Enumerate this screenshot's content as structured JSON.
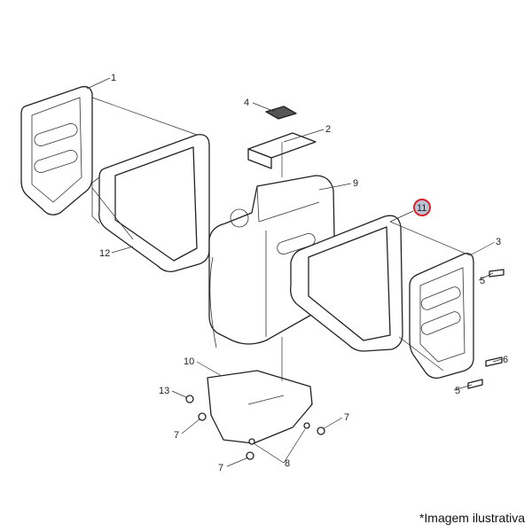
{
  "labels": {
    "l1": "1",
    "l2": "2",
    "l3": "3",
    "l4": "4",
    "l5a": "5",
    "l5b": "5",
    "l6": "6",
    "l7a": "7",
    "l7b": "7",
    "l7c": "7",
    "l8": "8",
    "l9": "9",
    "l10": "10",
    "l11": "11",
    "l12": "12",
    "l13": "13"
  },
  "highlight": {
    "part": "11",
    "stroke": "#d9232d",
    "fill": "#b8c4d6"
  },
  "caption": "*Imagem ilustrativa"
}
